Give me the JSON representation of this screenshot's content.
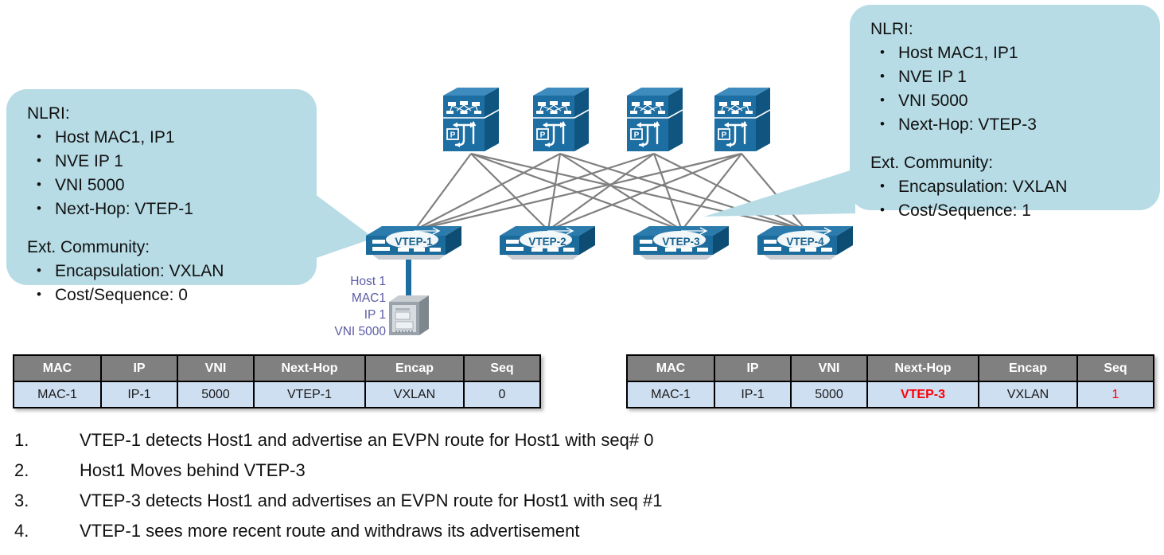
{
  "callout_left": {
    "name": "nlri-callout-vtep1",
    "nlri_heading": "NLRI:",
    "nlri_items": [
      "Host MAC1, IP1",
      "NVE IP 1",
      "VNI 5000",
      "Next-Hop: VTEP-1"
    ],
    "community_heading": "Ext. Community:",
    "community_items": [
      "Encapsulation: VXLAN",
      "Cost/Sequence: 0"
    ]
  },
  "callout_right": {
    "name": "nlri-callout-vtep3",
    "nlri_heading": "NLRI:",
    "nlri_items": [
      "Host MAC1, IP1",
      "NVE IP 1",
      "VNI 5000",
      "Next-Hop: VTEP-3"
    ],
    "community_heading": "Ext. Community:",
    "community_items": [
      "Encapsulation: VXLAN",
      "Cost/Sequence: 1"
    ]
  },
  "topology": {
    "spines": [
      {
        "label": "spine-router-1",
        "icon": "router-icon"
      },
      {
        "label": "spine-router-2",
        "icon": "router-icon"
      },
      {
        "label": "spine-router-3",
        "icon": "router-icon"
      },
      {
        "label": "spine-router-4",
        "icon": "router-icon"
      }
    ],
    "leaves": [
      {
        "label": "VTEP-1",
        "icon": "switch-icon"
      },
      {
        "label": "VTEP-2",
        "icon": "switch-icon"
      },
      {
        "label": "VTEP-3",
        "icon": "switch-icon"
      },
      {
        "label": "VTEP-4",
        "icon": "switch-icon"
      }
    ],
    "host": {
      "icon": "server-tower-icon",
      "lines": [
        "Host 1",
        "MAC1",
        "IP 1",
        "VNI 5000"
      ]
    }
  },
  "table_left": {
    "name": "evpn-route-table-initial",
    "headers": [
      "MAC",
      "IP",
      "VNI",
      "Next-Hop",
      "Encap",
      "Seq"
    ],
    "rows": [
      {
        "mac": "MAC-1",
        "ip": "IP-1",
        "vni": "5000",
        "next_hop": "VTEP-1",
        "encap": "VXLAN",
        "seq": "0"
      }
    ]
  },
  "table_right": {
    "name": "evpn-route-table-after-move",
    "headers": [
      "MAC",
      "IP",
      "VNI",
      "Next-Hop",
      "Encap",
      "Seq"
    ],
    "rows": [
      {
        "mac": "MAC-1",
        "ip": "IP-1",
        "vni": "5000",
        "next_hop": "VTEP-3",
        "encap": "VXLAN",
        "seq": "1"
      }
    ]
  },
  "steps": [
    {
      "num": "1.",
      "text": "VTEP-1 detects Host1 and advertise an EVPN route for Host1 with seq# 0"
    },
    {
      "num": "2.",
      "text": "Host1 Moves behind VTEP-3"
    },
    {
      "num": "3.",
      "text": "VTEP-3  detects Host1 and advertises an EVPN route for Host1 with seq #1"
    },
    {
      "num": "4.",
      "text": "VTEP-1 sees more recent route and withdraws its advertisement"
    }
  ],
  "colors": {
    "callout_bg": "#b7dce6",
    "switch_blue": "#1d6ea0",
    "switch_dark": "#0d4d74",
    "link_gray": "#808080",
    "header_gray": "#808080",
    "cell_blue": "#cfdff2",
    "highlight_red": "#fb0007",
    "host_text": "#5b5ba5"
  }
}
